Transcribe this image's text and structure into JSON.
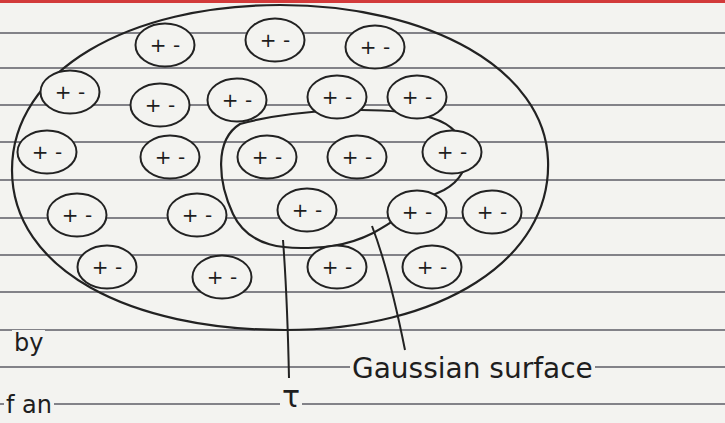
{
  "diagram": {
    "nodes": [
      {
        "text": [
          "+ -"
        ]
      },
      {
        "text": [
          "+ -"
        ]
      },
      {
        "text": [
          "+ -"
        ]
      },
      {
        "text": [
          "+ -"
        ]
      },
      {
        "text": [
          "+ -"
        ]
      },
      {
        "text": [
          "+ -"
        ]
      },
      {
        "text": [
          "+ -"
        ]
      },
      {
        "text": [
          "+ -"
        ]
      },
      {
        "text": [
          "+ -"
        ]
      },
      {
        "text": [
          "+ -"
        ]
      },
      {
        "text": [
          "+ -"
        ]
      },
      {
        "text": [
          "+ -"
        ]
      },
      {
        "text": [
          "+ -"
        ]
      },
      {
        "text": [
          "+ -"
        ]
      },
      {
        "text": [
          "+ -"
        ]
      },
      {
        "text": [
          "+ -"
        ]
      },
      {
        "text": [
          "+ -"
        ]
      },
      {
        "text": [
          "+ -"
        ]
      },
      {
        "text": [
          "+ -"
        ]
      },
      {
        "text": [
          "+ -"
        ]
      },
      {
        "text": [
          "+ -"
        ]
      },
      {
        "text": [
          "+ -"
        ]
      }
    ],
    "labels": [
      "by",
      "f an",
      "τ",
      "Gaussian surface"
    ]
  }
}
